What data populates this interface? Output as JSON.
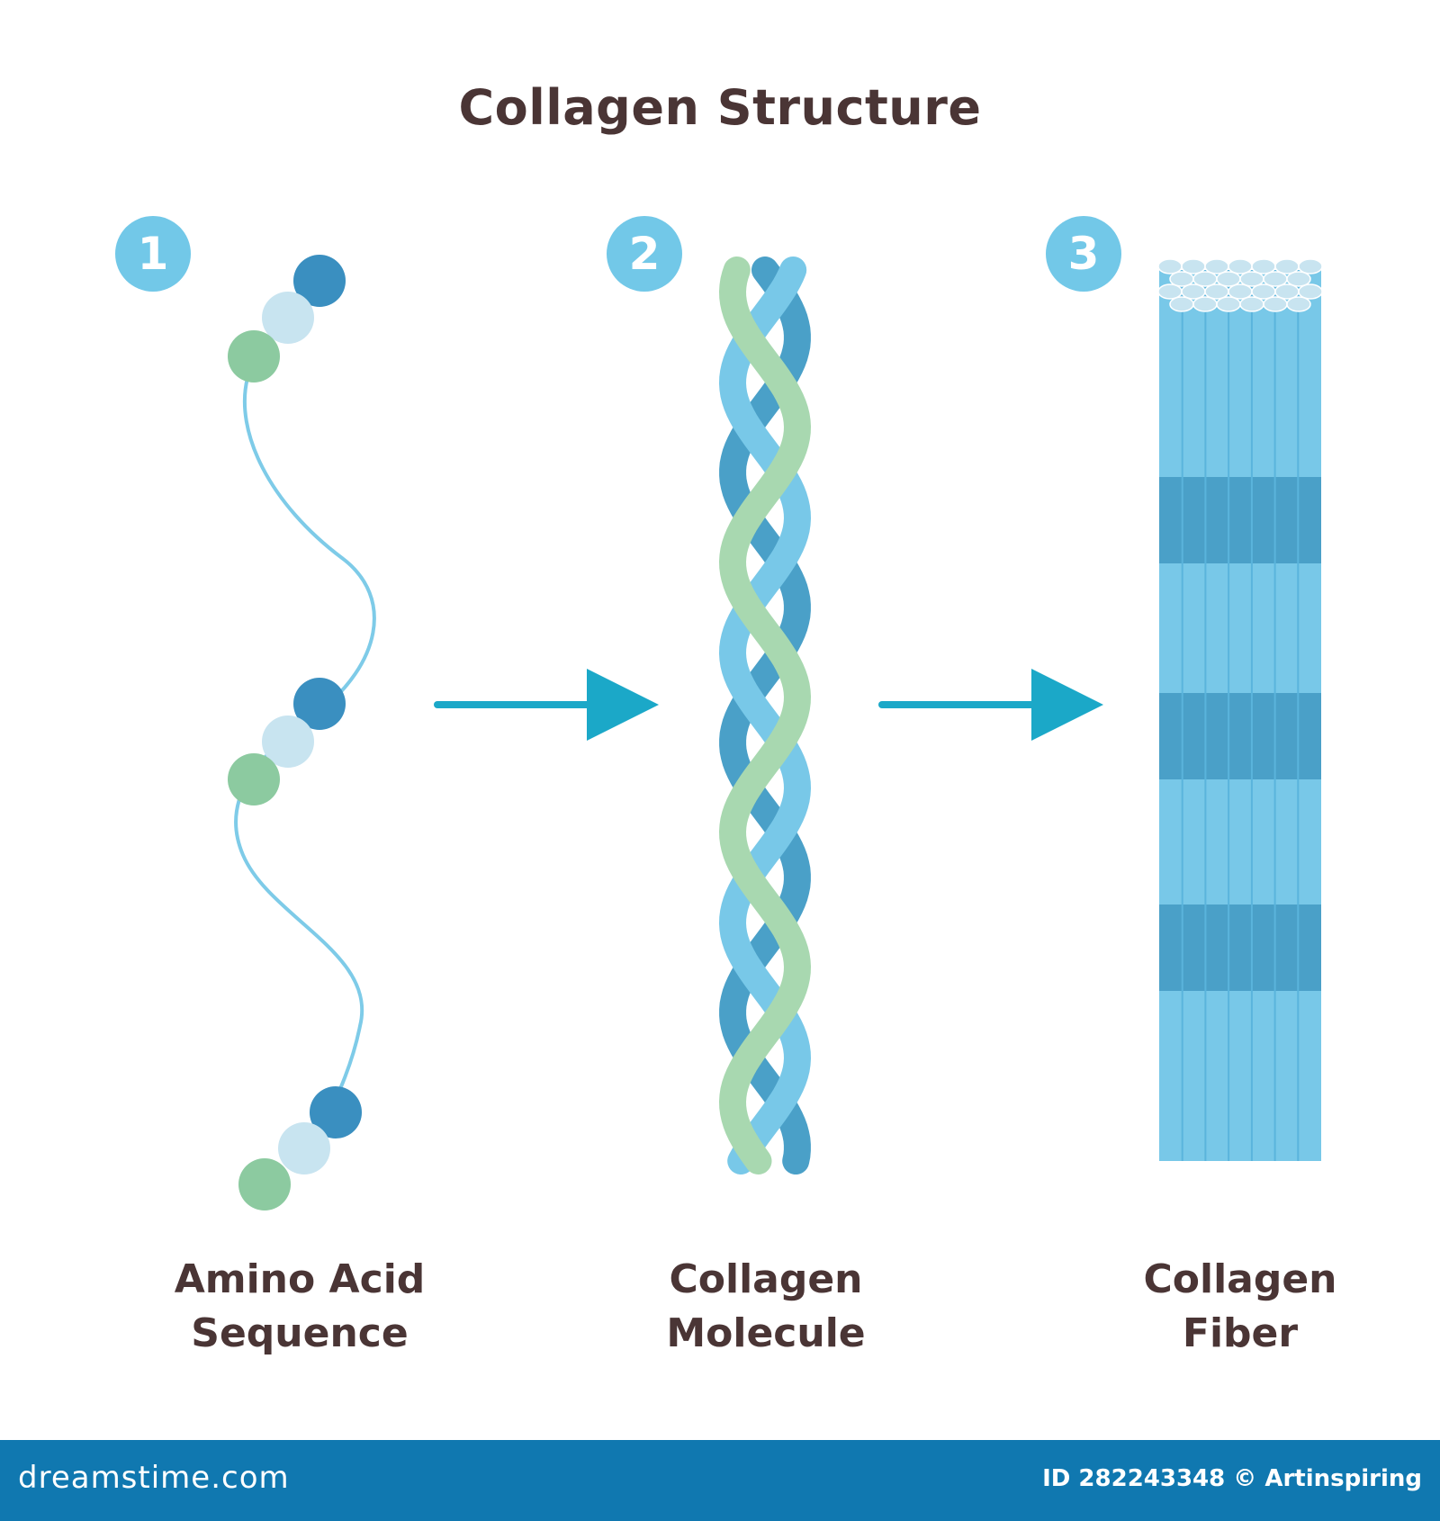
{
  "title": "Collagen Structure",
  "steps": [
    {
      "number": "1",
      "label_line1": "Amino Acid",
      "label_line2": "Sequence"
    },
    {
      "number": "2",
      "label_line1": "Collagen",
      "label_line2": "Molecule"
    },
    {
      "number": "3",
      "label_line1": "Collagen",
      "label_line2": "Fiber"
    }
  ],
  "footer": {
    "site": "dreamstime.com",
    "credit": "ID 282243348 © Artinspiring"
  },
  "colors": {
    "badge": "#72c8e8",
    "arrow": "#1ba8c8",
    "bead_dark": "#3a8fc0",
    "bead_light": "#c8e4f0",
    "bead_green": "#8ccaa0",
    "strand_blue": "#78c8e8",
    "strand_dark": "#4aa0c8",
    "strand_green": "#a8d8b0",
    "fiber": "#78c8e8",
    "fiber_band": "#4aa0c8",
    "footer_bg": "#1078b0"
  }
}
